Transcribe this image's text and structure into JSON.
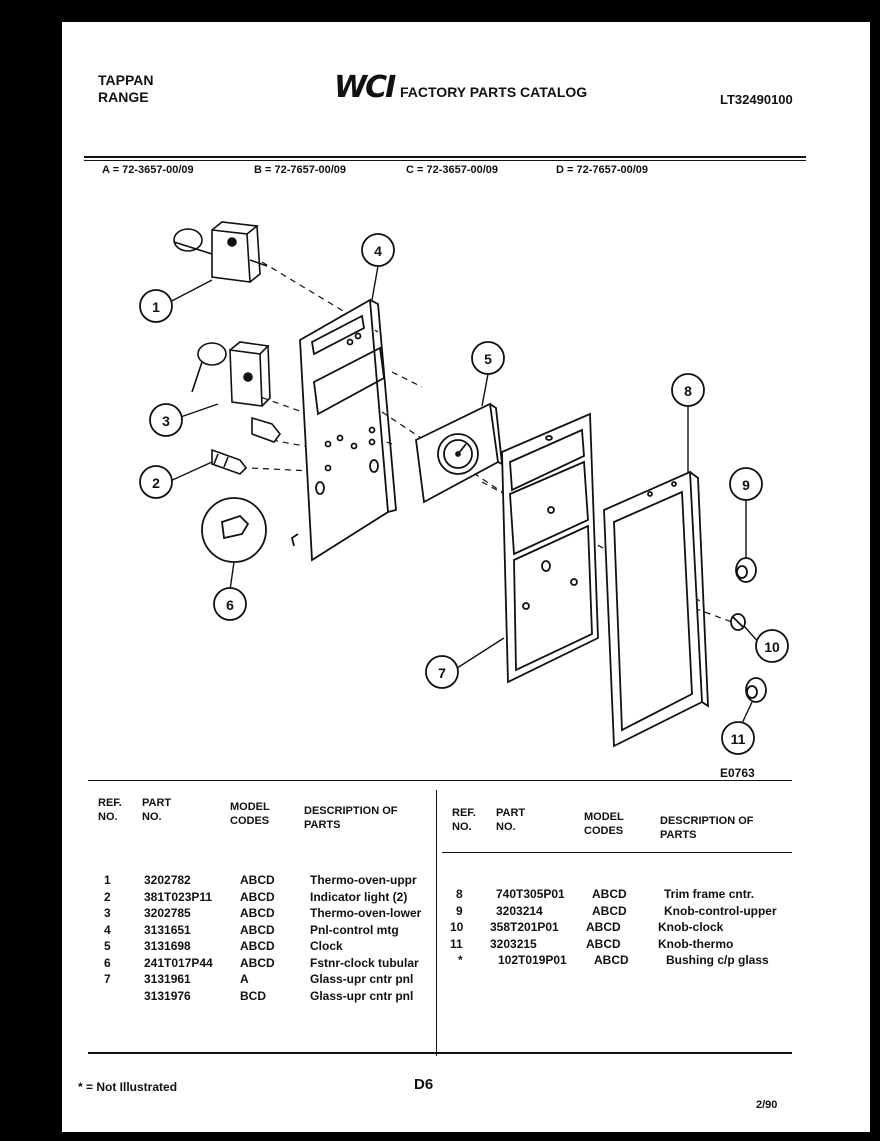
{
  "header": {
    "brand_line1": "TAPPAN",
    "brand_line2": "RANGE",
    "logo_text": "WCI",
    "catalog_title": "FACTORY PARTS CATALOG",
    "catalog_number": "LT32490100"
  },
  "model_codes": [
    "A = 72-3657-00/09",
    "B = 72-7657-00/09",
    "C = 72-3657-00/09",
    "D = 72-7657-00/09"
  ],
  "diagram": {
    "drawing_code": "E0763",
    "callouts": [
      "1",
      "2",
      "3",
      "4",
      "5",
      "6",
      "7",
      "8",
      "9",
      "10",
      "11"
    ]
  },
  "table": {
    "headers": {
      "ref_no": "REF. NO.",
      "part_no": "PART NO.",
      "model_codes": "MODEL CODES",
      "description": "DESCRIPTION OF PARTS"
    },
    "left_rows": [
      {
        "ref": "1",
        "part": "3202782",
        "model": "ABCD",
        "desc": "Thermo-oven-uppr"
      },
      {
        "ref": "2",
        "part": "381T023P11",
        "model": "ABCD",
        "desc": "Indicator light (2)"
      },
      {
        "ref": "3",
        "part": "3202785",
        "model": "ABCD",
        "desc": "Thermo-oven-lower"
      },
      {
        "ref": "4",
        "part": "3131651",
        "model": "ABCD",
        "desc": "Pnl-control mtg"
      },
      {
        "ref": "5",
        "part": "3131698",
        "model": "ABCD",
        "desc": "Clock"
      },
      {
        "ref": "6",
        "part": "241T017P44",
        "model": "ABCD",
        "desc": "Fstnr-clock tubular"
      },
      {
        "ref": "7",
        "part": "3131961",
        "model": "A",
        "desc": "Glass-upr cntr pnl"
      },
      {
        "ref": "",
        "part": "3131976",
        "model": "BCD",
        "desc": "Glass-upr cntr pnl"
      }
    ],
    "right_rows": [
      {
        "ref": "8",
        "part": "740T305P01",
        "model": "ABCD",
        "desc": "Trim frame cntr."
      },
      {
        "ref": "9",
        "part": "3203214",
        "model": "ABCD",
        "desc": "Knob-control-upper"
      },
      {
        "ref": "10",
        "part": "358T201P01",
        "model": "ABCD",
        "desc": "Knob-clock"
      },
      {
        "ref": "11",
        "part": "3203215",
        "model": "ABCD",
        "desc": "Knob-thermo"
      },
      {
        "ref": "*",
        "part": "102T019P01",
        "model": "ABCD",
        "desc": "Bushing c/p glass"
      }
    ]
  },
  "footer": {
    "note": "* = Not Illustrated",
    "page_code": "D6",
    "date": "2/90"
  }
}
